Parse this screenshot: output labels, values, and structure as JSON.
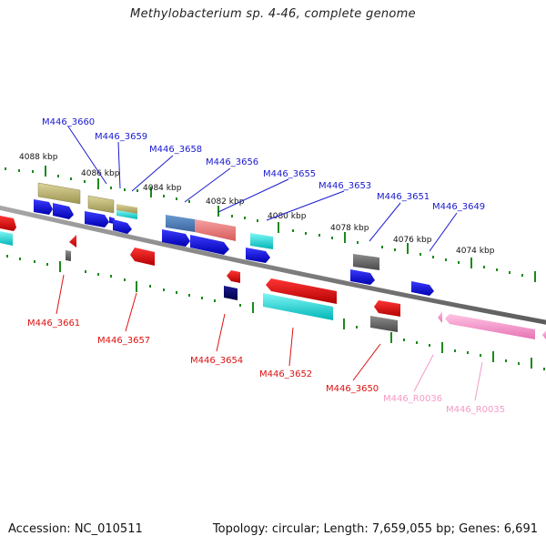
{
  "title": "Methylobacterium sp. 4-46, complete genome",
  "footer": {
    "accession": "Accession: NC_010511",
    "topology": "Topology: circular; Length: 7,659,055 bp; Genes: 6,691"
  },
  "colors": {
    "backbone": "#808080",
    "ticks": "#1b8a1b",
    "top_label": "#1a1ad0",
    "bottom_label": "#dd1111",
    "rna_label": "#f59ac8"
  },
  "scale_labels": [
    "4088 kbp",
    "4086 kbp",
    "4084 kbp",
    "4082 kbp",
    "4080 kbp",
    "4078 kbp",
    "4076 kbp",
    "4074 kbp"
  ],
  "top_gene_labels": [
    "M446_3660",
    "M446_3659",
    "M446_3658",
    "M446_3656",
    "M446_3655",
    "M446_3653",
    "M446_3651",
    "M446_3649"
  ],
  "bottom_gene_labels": [
    "M446_3661",
    "M446_3657",
    "M446_3654",
    "M446_3652",
    "M446_3650"
  ],
  "rna_labels": [
    "M446_R0036",
    "M446_R0035"
  ]
}
